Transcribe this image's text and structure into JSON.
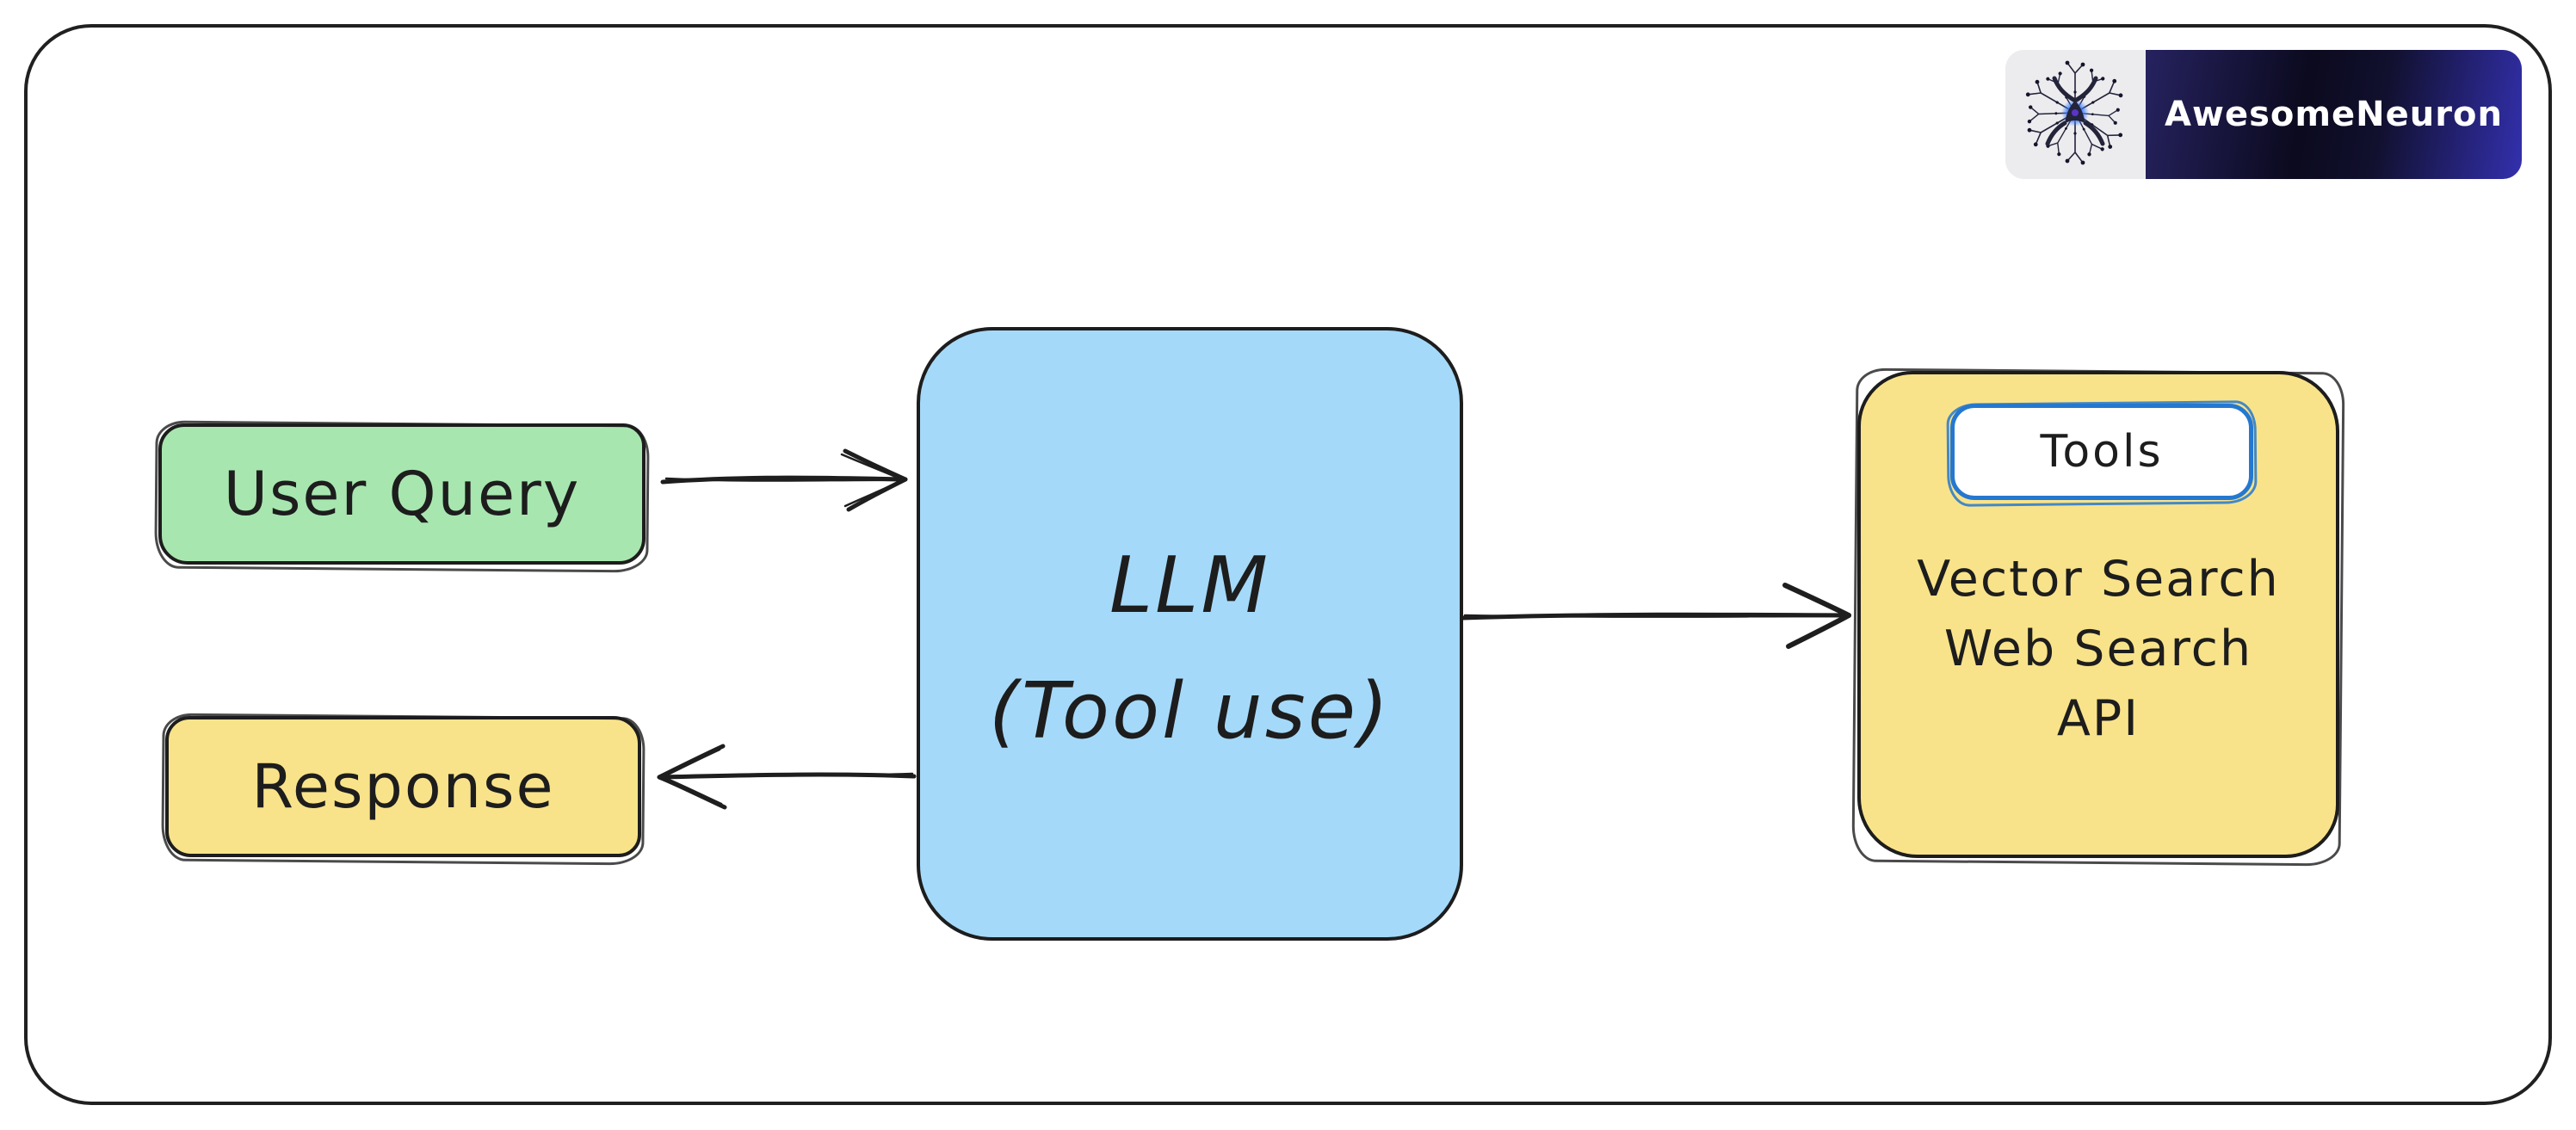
{
  "header": {
    "brand": "AwesomeNeuron"
  },
  "diagram": {
    "nodes": {
      "user_query": {
        "label": "User Query"
      },
      "response": {
        "label": "Response"
      },
      "llm": {
        "label_line1": "LLM",
        "label_line2": "(Tool use)"
      },
      "tools": {
        "title": "Tools",
        "items": [
          "Vector Search",
          "Web Search",
          "API"
        ]
      }
    },
    "edges": [
      {
        "from": "user_query",
        "to": "llm"
      },
      {
        "from": "llm",
        "to": "tools"
      },
      {
        "from": "llm",
        "to": "response"
      }
    ]
  },
  "colors": {
    "ink": "#1d1d1d",
    "green_fill": "#a8e6b0",
    "yellow_fill": "#f9e38a",
    "blue_fill": "#a5d9f9",
    "pill_border_blue": "#2578d0",
    "logo_indigo": "#3330ae",
    "logo_dark": "#0b0a1e",
    "canvas_bg": "#ffffff"
  }
}
